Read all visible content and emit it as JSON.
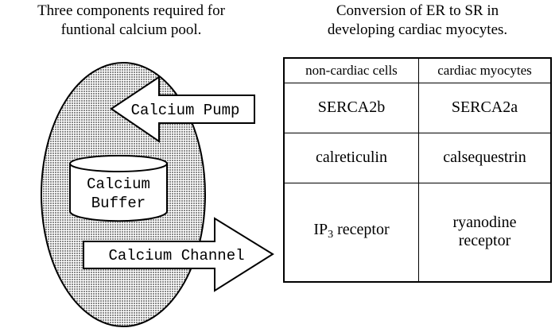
{
  "left_panel": {
    "title_line1": "Three components required for",
    "title_line2": "funtional calcium pool.",
    "pump_label": "Calcium Pump",
    "buffer_line1": "Calcium",
    "buffer_line2": "Buffer",
    "channel_label": "Calcium Channel"
  },
  "right_panel": {
    "title_line1": "Conversion of ER to SR in",
    "title_line2": "developing cardiac myocytes.",
    "table": {
      "headers": [
        "non-cardiac cells",
        "cardiac myocytes"
      ],
      "rows": [
        {
          "left": "SERCA2b",
          "right": "SERCA2a"
        },
        {
          "left": "calreticulin",
          "right": "calsequestrin"
        },
        {
          "left_base": "IP",
          "left_sub": "3",
          "left_rest": " receptor",
          "right_line1": "ryanodine",
          "right_line2": "receptor"
        }
      ]
    }
  },
  "colors": {
    "ellipse_fill": "#cfcfcf",
    "stroke": "#000000",
    "background": "#ffffff"
  }
}
